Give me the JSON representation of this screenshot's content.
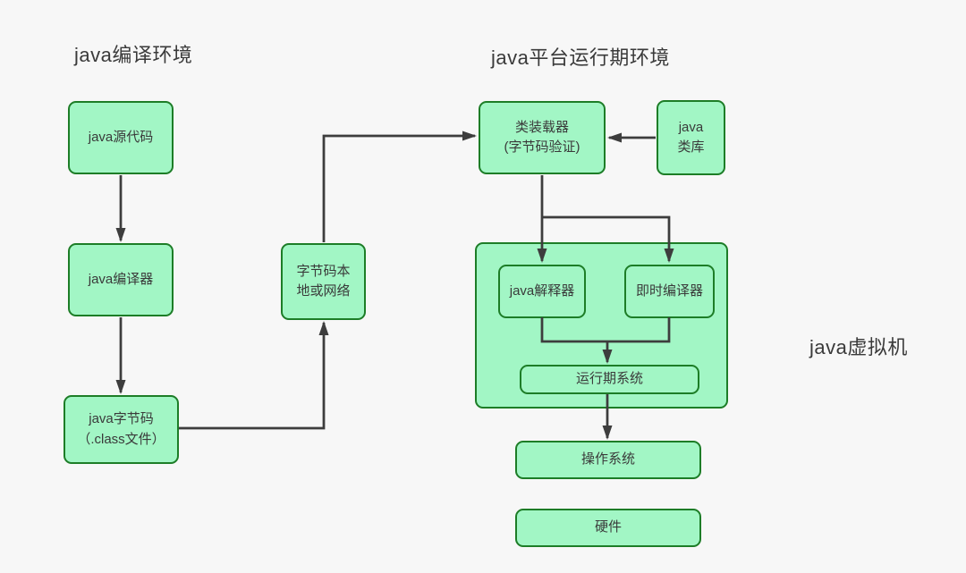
{
  "titles": {
    "compile_env": "java编译环境",
    "runtime_env": "java平台运行期环境",
    "jvm": "java虚拟机"
  },
  "nodes": {
    "source": "java源代码",
    "compiler": "java编译器",
    "bytecode": "java字节码\n（.class文件）",
    "transfer": "字节码本\n地或网络",
    "class_loader": "类装载器\n(字节码验证)",
    "class_library": "java\n类库",
    "interpreter": "java解释器",
    "jit": "即时编译器",
    "runtime_system": "运行期系统",
    "os": "操作系统",
    "hardware": "硬件"
  },
  "colors": {
    "background": "#f7f7f7",
    "fill": "#a2f6c5",
    "border": "#1d7d27",
    "connector": "#3d3d3d",
    "text": "#3a3a3a"
  }
}
